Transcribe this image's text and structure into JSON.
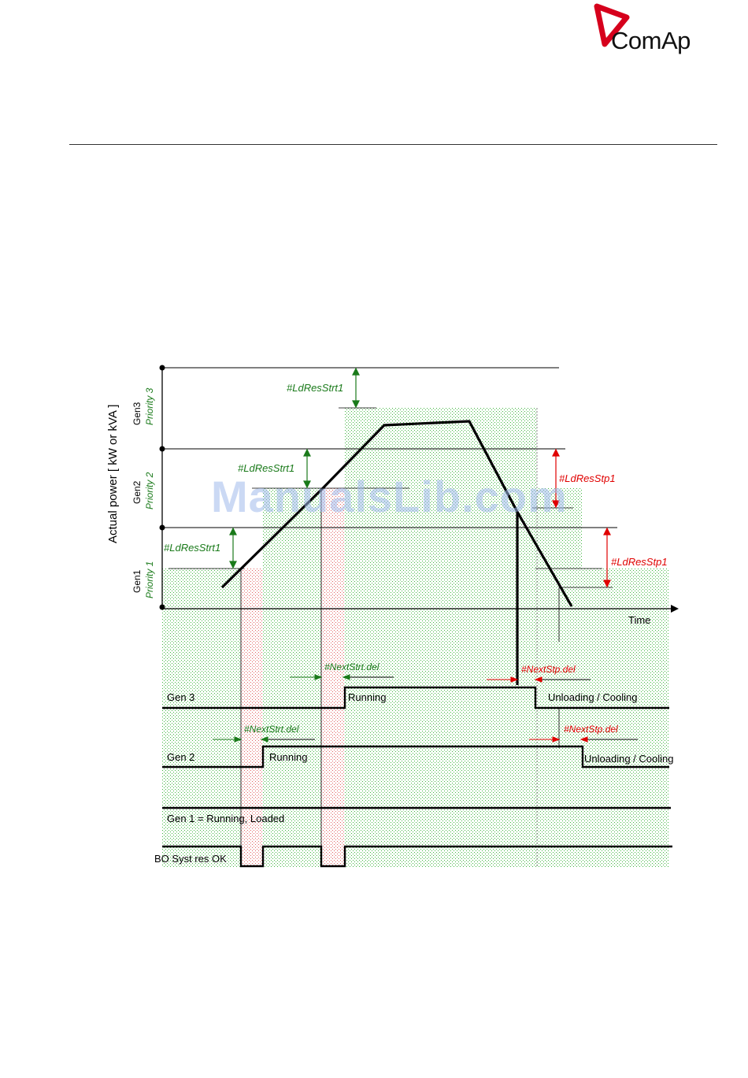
{
  "brand": {
    "name": "ComAp",
    "accent": "#d6001c"
  },
  "watermark": "ManualsLib.com",
  "diagram": {
    "y_axis_label": "Actual power [ kW or kVA ]",
    "x_axis_label": "Time",
    "gens": [
      {
        "name": "Gen1",
        "priority": "Priority 1"
      },
      {
        "name": "Gen2",
        "priority": "Priority 2"
      },
      {
        "name": "Gen3",
        "priority": "Priority 3"
      }
    ],
    "ld_res_strt": "#LdResStrt1",
    "ld_res_stp": "#LdResStp1",
    "next_strt_del": "#NextStrt.del",
    "next_stp_del": "#NextStp.del",
    "timing": {
      "gen3_label": "Gen 3",
      "gen2_label": "Gen 2",
      "gen1_label": "Gen 1 = Running, Loaded",
      "bo_label": "BO Syst res OK",
      "running": "Running",
      "unloading": "Unloading / Cooling"
    },
    "colors": {
      "green_text": "#1a7a1a",
      "red_text": "#e00000",
      "green_dots": "#3fb53f",
      "red_dots": "#e06060"
    }
  }
}
